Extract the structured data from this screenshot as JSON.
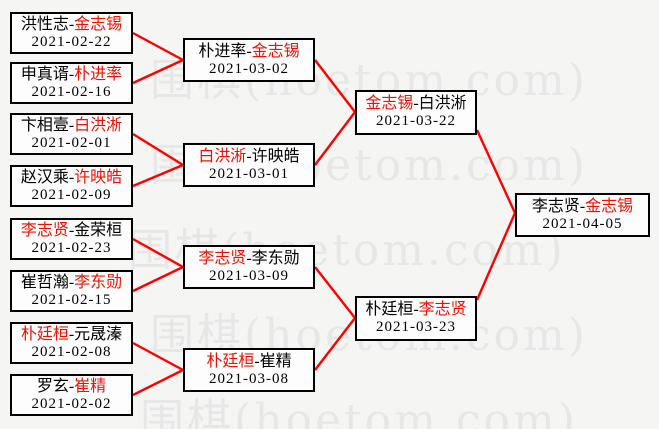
{
  "watermark": {
    "text": "围棋(hoetom.com)"
  },
  "separator": "-",
  "colors": {
    "winner_red": "#ee1100",
    "connector_red": "#ff0000",
    "box_border": "#000000",
    "watermark_gray": "#e7e7e7",
    "background": "#f5f5f4"
  },
  "bracket": {
    "round1": [
      {
        "p1": "洪性志",
        "p2": "金志锡",
        "p1_win": false,
        "p2_win": true,
        "date": "2021-02-22"
      },
      {
        "p1": "申真谞",
        "p2": "朴进率",
        "p1_win": false,
        "p2_win": true,
        "date": "2021-02-16"
      },
      {
        "p1": "卞相壹",
        "p2": "白洪淅",
        "p1_win": false,
        "p2_win": true,
        "date": "2021-02-01"
      },
      {
        "p1": "赵汉乘",
        "p2": "许映皓",
        "p1_win": false,
        "p2_win": true,
        "date": "2021-02-09"
      },
      {
        "p1": "李志贤",
        "p2": "金荣桓",
        "p1_win": true,
        "p2_win": false,
        "date": "2021-02-23"
      },
      {
        "p1": "崔哲瀚",
        "p2": "李东勋",
        "p1_win": false,
        "p2_win": true,
        "date": "2021-02-15"
      },
      {
        "p1": "朴廷桓",
        "p2": "元晟溱",
        "p1_win": true,
        "p2_win": false,
        "date": "2021-02-08"
      },
      {
        "p1": "罗玄",
        "p2": "崔精",
        "p1_win": false,
        "p2_win": true,
        "date": "2021-02-02"
      }
    ],
    "round2": [
      {
        "p1": "朴进率",
        "p2": "金志锡",
        "p1_win": false,
        "p2_win": true,
        "date": "2021-03-02"
      },
      {
        "p1": "白洪淅",
        "p2": "许映皓",
        "p1_win": true,
        "p2_win": false,
        "date": "2021-03-01"
      },
      {
        "p1": "李志贤",
        "p2": "李东勋",
        "p1_win": true,
        "p2_win": false,
        "date": "2021-03-09"
      },
      {
        "p1": "朴廷桓",
        "p2": "崔精",
        "p1_win": true,
        "p2_win": false,
        "date": "2021-03-08"
      }
    ],
    "semifinals": [
      {
        "p1": "金志锡",
        "p2": "白洪淅",
        "p1_win": true,
        "p2_win": false,
        "date": "2021-03-22"
      },
      {
        "p1": "朴廷桓",
        "p2": "李志贤",
        "p1_win": false,
        "p2_win": true,
        "date": "2021-03-23"
      }
    ],
    "final": {
      "p1": "李志贤",
      "p2": "金志锡",
      "p1_win": false,
      "p2_win": true,
      "date": "2021-04-05"
    }
  }
}
